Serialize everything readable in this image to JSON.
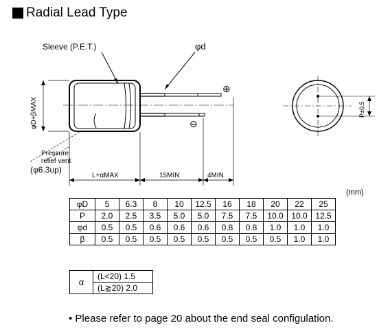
{
  "title": "Radial Lead Type",
  "drawing": {
    "sleeve_label": "Sleeve (P.E.T.)",
    "lead_dia_label": "φd",
    "body_dia_label": "φD+βMAX",
    "vent_label_1": "Pressure",
    "vent_label_2": "relief vent",
    "vent_size": "(φ6.3up)",
    "length_label": "L+αMAX",
    "lead_length_label": "15MIN",
    "lead_bend_label": "4MIN",
    "pitch_label": "P±0.5",
    "plus_sign": "⊕",
    "minus_sign": "⊖"
  },
  "unit": "(mm)",
  "table": {
    "rows": [
      {
        "label": "φD",
        "values": [
          "5",
          "6.3",
          "8",
          "10",
          "12.5",
          "16",
          "18",
          "20",
          "22",
          "25"
        ]
      },
      {
        "label": "P",
        "values": [
          "2.0",
          "2.5",
          "3.5",
          "5.0",
          "5.0",
          "7.5",
          "7.5",
          "10.0",
          "10.0",
          "12.5"
        ]
      },
      {
        "label": "φd",
        "values": [
          "0.5",
          "0.5",
          "0.6",
          "0.6",
          "0.6",
          "0.8",
          "0.8",
          "1.0",
          "1.0",
          "1.0"
        ]
      },
      {
        "label": "β",
        "values": [
          "0.5",
          "0.5",
          "0.5",
          "0.5",
          "0.5",
          "0.5",
          "0.5",
          "0.5",
          "1.0",
          "1.0"
        ]
      }
    ]
  },
  "alpha": {
    "symbol": "α",
    "rows": [
      "(L<20) 1.5",
      "(L≧20) 2.0"
    ]
  },
  "note": "• Please refer to page 20 about the end seal configulation."
}
